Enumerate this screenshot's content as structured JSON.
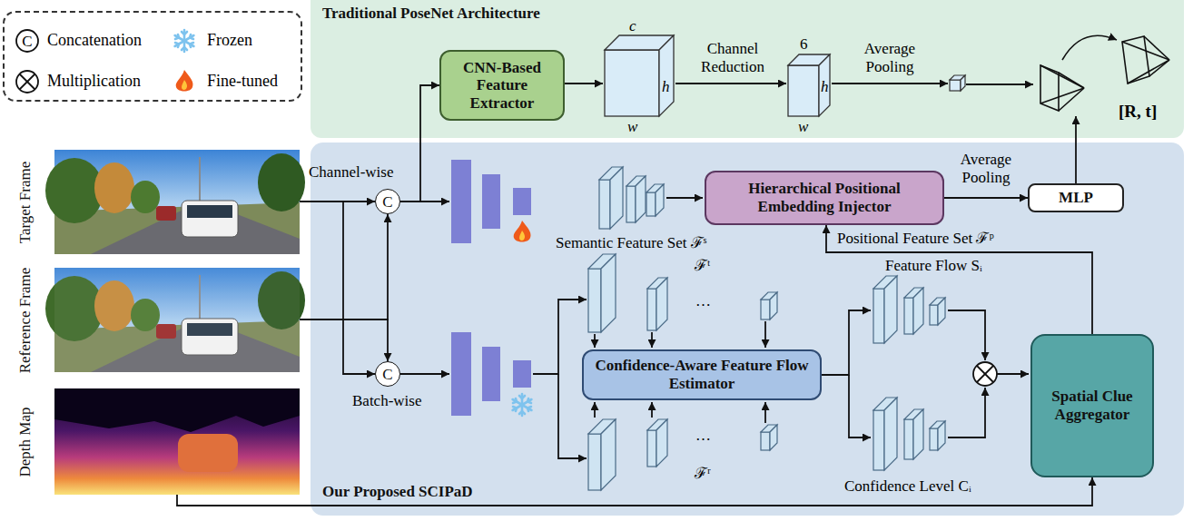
{
  "diagram": {
    "nodes": [
      {
        "text": [
          "Traditional PoseNet Architecture"
        ]
      },
      {
        "text": [
          "CNN-Based Feature Extractor"
        ],
        "in": 0
      },
      {
        "text": [
          "Target Frame"
        ]
      },
      {
        "text": [
          "Reference Frame"
        ]
      },
      {
        "text": [
          "Depth Map"
        ]
      },
      {
        "text": [
          "Our Proposed SCIPaD"
        ]
      },
      {
        "text": [
          "C"
        ],
        "in": 5
      },
      {
        "text": [
          "Hierarchical Positional Embedding Injector"
        ],
        "in": 5
      },
      {
        "text": [
          "MLP"
        ],
        "in": 5
      },
      {
        "text": [
          "C"
        ],
        "in": 5
      },
      {
        "text": [
          "Confidence-Aware Feature Flow Estimator"
        ],
        "in": 5
      },
      {
        "text": [
          "Spatial Clue Aggregator"
        ],
        "in": 5
      }
    ],
    "edges": [
      {
        "from": 2,
        "to": 6,
        "arrow": "to"
      },
      {
        "from": 2,
        "to": 9,
        "arrow": "to"
      },
      {
        "from": 3,
        "to": 6,
        "arrow": "to"
      },
      {
        "from": 3,
        "to": 9,
        "arrow": "to"
      },
      {
        "from": 6,
        "to": 1,
        "arrow": "to"
      },
      {
        "from": 7,
        "to": 8,
        "label": "Average Pooling",
        "arrow": "to"
      },
      {
        "from": 11,
        "to": 7,
        "label": "Positional Feature Set ℱᵖ",
        "arrow": "to"
      },
      {
        "from": 4,
        "to": 11,
        "arrow": "to"
      }
    ],
    "labels": [
      "C",
      "c",
      "Channel Reduction",
      "6",
      "Average Pooling",
      "h",
      "w",
      "h",
      "w",
      "[R, t]",
      "Channel-wise",
      "Semantic Feature Set ℱˢ",
      "ℱᵗ",
      "…",
      "Feature Flow Sᵢ",
      "Batch-wise",
      "…",
      "ℱʳ",
      "Confidence Level Cᵢ"
    ],
    "legend": [
      {
        "text": "Concatenation"
      },
      {
        "text": "Frozen"
      },
      {
        "text": "Multiplication"
      },
      {
        "text": "Fine-tuned"
      }
    ]
  }
}
